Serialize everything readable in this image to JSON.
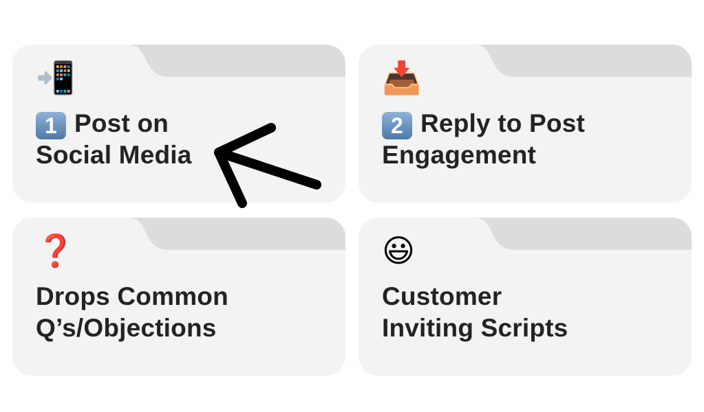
{
  "cards": [
    {
      "emoji": "📲",
      "badge": "1",
      "line1": "Post on",
      "line2": "Social Media"
    },
    {
      "emoji": "📥",
      "badge": "2",
      "line1": "Reply to Post",
      "line2": "Engagement"
    },
    {
      "emoji": "❓",
      "badge": null,
      "line1": "Drops Common",
      "line2": "Q’s/Objections"
    },
    {
      "emoji": "😃",
      "badge": null,
      "line1": "Customer",
      "line2": "Inviting Scripts"
    }
  ],
  "colors": {
    "card": "#f3f3f3",
    "tab": "#dcdcdc",
    "text": "#232323",
    "arrow": "#000000"
  }
}
